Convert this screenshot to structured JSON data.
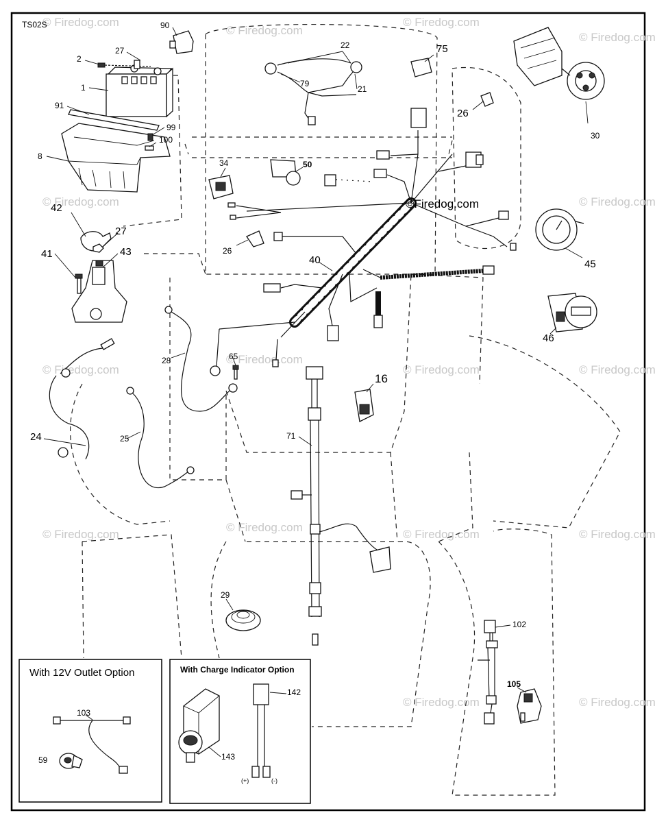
{
  "diagram_code": "TS02S",
  "watermark": "© Firedog.com",
  "center_watermark": "©Firedog.com",
  "parts": {
    "p1": "1",
    "p2": "2",
    "p8": "8",
    "p16": "16",
    "p21": "21",
    "p22": "22",
    "p24": "24",
    "p25": "25",
    "p26a": "26",
    "p26b": "26",
    "p27a": "27",
    "p27b": "27",
    "p28": "28",
    "p29": "29",
    "p30": "30",
    "p34": "34",
    "p40": "40",
    "p41": "41",
    "p42": "42",
    "p43": "43",
    "p45": "45",
    "p46": "46",
    "p50": "50",
    "p59": "59",
    "p65": "65",
    "p71": "71",
    "p75": "75",
    "p79": "79",
    "p90": "90",
    "p91": "91",
    "p99": "99",
    "p100": "100",
    "p102": "102",
    "p103": "103",
    "p105": "105",
    "p142": "142",
    "p143": "143"
  },
  "option_boxes": {
    "outlet_title": "With 12V Outlet Option",
    "charge_title": "With Charge Indicator Option"
  },
  "polarity": {
    "positive": "(+)",
    "negative": "(-)"
  }
}
